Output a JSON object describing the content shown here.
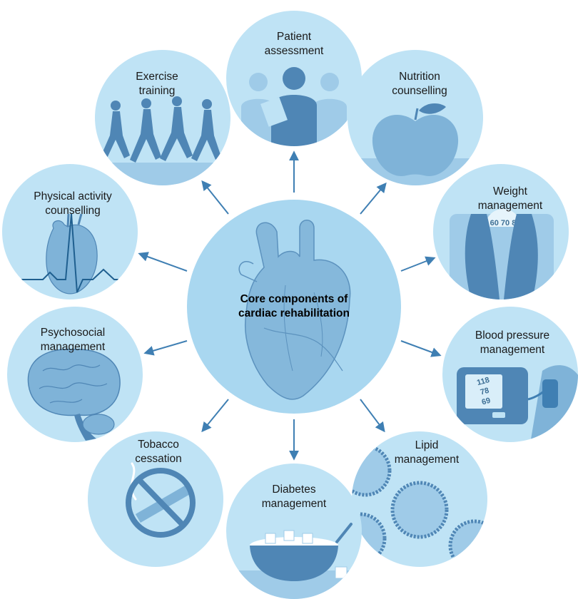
{
  "colors": {
    "circle_fill": "#bfe3f5",
    "center_fill": "#a9d7f0",
    "illustration": "#7fb3d8",
    "illustration_dark": "#4f86b5",
    "arrow": "#3f7fb3"
  },
  "center": {
    "line1": "Core components of",
    "line2": "cardiac rehabilitation",
    "icon": "heart-icon"
  },
  "components": [
    {
      "id": "patient-assessment",
      "line1": "Patient",
      "line2": "assessment",
      "icon": "doctor-icon"
    },
    {
      "id": "nutrition-counselling",
      "line1": "Nutrition",
      "line2": "counselling",
      "icon": "apple-icon"
    },
    {
      "id": "weight-management",
      "line1": "Weight",
      "line2": "management",
      "icon": "scale-icon"
    },
    {
      "id": "blood-pressure-management",
      "line1": "Blood pressure",
      "line2": "management",
      "icon": "blood-pressure-monitor-icon",
      "readings": [
        "118",
        "78",
        "69"
      ],
      "scale_marks": "60 70 8"
    },
    {
      "id": "lipid-management",
      "line1": "Lipid",
      "line2": "management",
      "icon": "lipid-vesicle-icon"
    },
    {
      "id": "diabetes-management",
      "line1": "Diabetes",
      "line2": "management",
      "icon": "sugar-bowl-icon"
    },
    {
      "id": "tobacco-cessation",
      "line1": "Tobacco",
      "line2": "cessation",
      "icon": "no-smoking-icon"
    },
    {
      "id": "psychosocial-management",
      "line1": "Psychosocial",
      "line2": "management",
      "icon": "brain-icon"
    },
    {
      "id": "physical-activity-counselling",
      "line1": "Physical activity",
      "line2": "counselling",
      "icon": "heart-ecg-icon"
    },
    {
      "id": "exercise-training",
      "line1": "Exercise",
      "line2": "training",
      "icon": "runners-icon"
    }
  ]
}
